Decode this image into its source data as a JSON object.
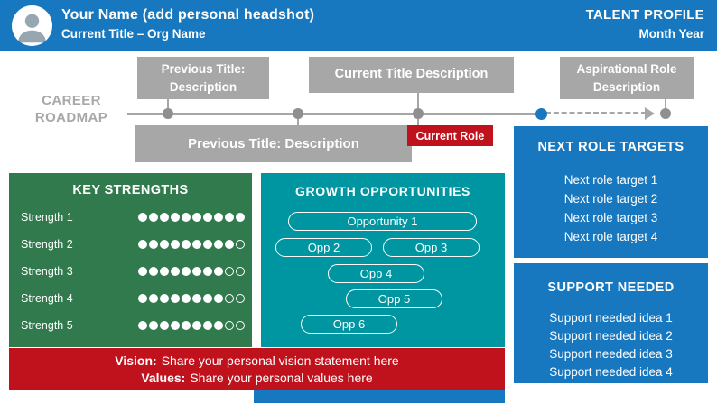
{
  "header": {
    "name": "Your Name (add personal headshot)",
    "title_line": "Current Title – Org Name",
    "badge": "TALENT PROFILE",
    "period": "Month Year"
  },
  "roadmap": {
    "label": "CAREER ROADMAP",
    "previous_title_top": "Previous Title: Description",
    "current_title": "Current Title Description",
    "aspirational": "Aspirational Role Description",
    "previous_title_bottom": "Previous Title: Description",
    "current_role": "Current Role"
  },
  "key_strengths": {
    "title": "KEY STRENGTHS",
    "items": [
      {
        "label": "Strength 1",
        "filled": 10,
        "total": 10
      },
      {
        "label": "Strength 2",
        "filled": 9,
        "total": 10
      },
      {
        "label": "Strength 3",
        "filled": 8,
        "total": 10
      },
      {
        "label": "Strength 4",
        "filled": 8,
        "total": 10
      },
      {
        "label": "Strength 5",
        "filled": 8,
        "total": 10
      }
    ]
  },
  "growth_opportunities": {
    "title": "GROWTH OPPORTUNITIES",
    "items": [
      "Opportunity 1",
      "Opp 2",
      "Opp 3",
      "Opp 4",
      "Opp 5",
      "Opp 6"
    ]
  },
  "next_role_targets": {
    "title": "NEXT ROLE TARGETS",
    "items": [
      "Next role target 1",
      "Next role target 2",
      "Next role target 3",
      "Next role target 4"
    ]
  },
  "support_needed": {
    "title": "SUPPORT NEEDED",
    "items": [
      "Support needed idea 1",
      "Support needed idea 2",
      "Support needed idea 3",
      "Support needed idea 4"
    ]
  },
  "vision_values": {
    "vision_label": "Vision:",
    "vision_text": "Share your personal vision statement here",
    "values_label": "Values:",
    "values_text": "Share your personal values here"
  },
  "colors": {
    "blue": "#1878bf",
    "green": "#317a4e",
    "teal": "#0096a1",
    "red": "#c0121d",
    "gray": "#a7a7a7"
  }
}
